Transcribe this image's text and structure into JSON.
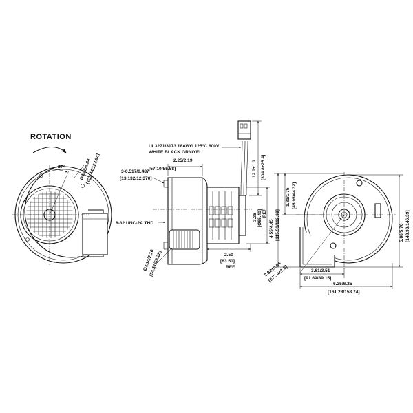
{
  "labels": {
    "rotation": "ROTATION",
    "angle": "27°",
    "bolt_circle_main": "Ø4.86/4.84",
    "bolt_circle_metric": "[123.44/122.94]",
    "wire_spec_line1": "UL3271/3173 18AWG 125°C 600V",
    "wire_spec_line2": "WHITE BLACK GRN/YEL",
    "width_225": "2.25/2.19",
    "width_225_metric": "[57.10/55.58]",
    "hole_spec": "3-0.517/0.487",
    "hole_spec_metric": "[13.132/12.370]",
    "wire_length": "12.0±1.0",
    "wire_length_metric": "[304.8±25.4]",
    "motor_dia": "3.36",
    "motor_dia_metric": "[Ø85.40]",
    "motor_dia_ref": "REF",
    "thread": "8-32 UNC-2A THD",
    "outlet_dia": "Ø2.14/2.10",
    "outlet_dia_metric": "[54.31/53.28]",
    "depth_250": "2.50",
    "depth_250_metric": "[63.50]",
    "depth_250_ref": "REF",
    "h_455": "4.55/4.45",
    "h_455_metric": "[115.53/112.99]",
    "h_181": "1.81/1.75",
    "h_181_metric": "[45.95/44.32]",
    "h_586": "5.86/5.76",
    "h_586_metric": "[148.93/146.39]",
    "r_284": "2.84±0.04",
    "r_284_metric": "[072.4±1.0]",
    "w_361": "3.61/3.51",
    "w_361_metric": "[91.69/89.15]",
    "w_635": "6.35/6.25",
    "w_635_metric": "[161.28/158.74]"
  }
}
